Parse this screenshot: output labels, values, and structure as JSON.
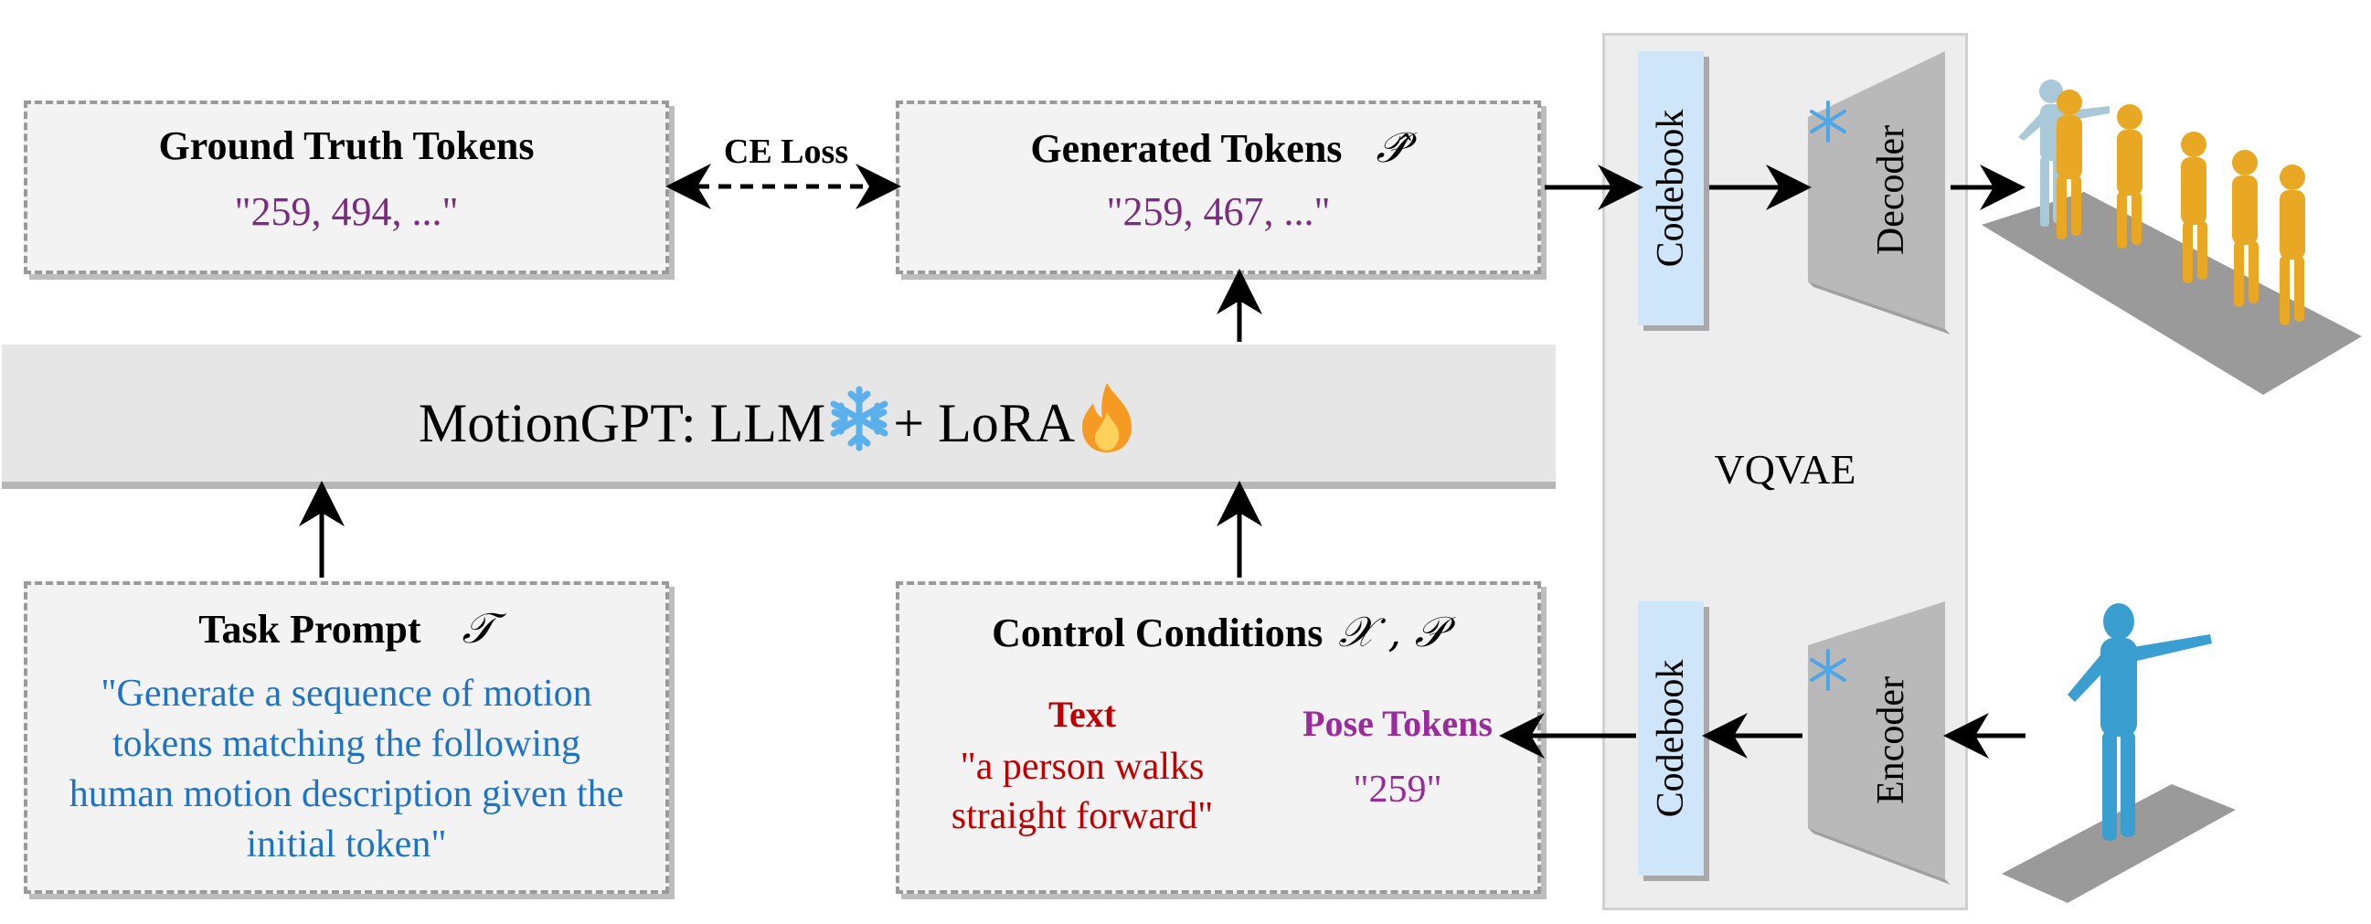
{
  "colors": {
    "box_fill": "#f3f3f3",
    "box_border": "#9a9a9a",
    "codebook_fill": "#cfe5f9",
    "module_fill": "#b5b5b5",
    "token_purple": "#7a2d7f",
    "prompt_blue": "#1f73c4",
    "text_red": "#c00000",
    "pose_magenta": "#9b2a9b",
    "body_gold": "#e8a824",
    "body_blue": "#3a9ed0",
    "body_ghost": "#a9c9d8"
  },
  "icons": [
    "snowflake-icon",
    "flame-icon"
  ],
  "ground_truth": {
    "title": "Ground Truth Tokens",
    "tokens": "\"259, 494, ...\""
  },
  "ce_loss": {
    "label": "CE Loss"
  },
  "generated": {
    "title": "Generated Tokens",
    "symbol": "𝒫̂",
    "tokens": "\"259, 467, ...\""
  },
  "llm": {
    "prefix": "MotionGPT: LLM",
    "middle": "+ LoRA"
  },
  "task_prompt": {
    "title": "Task Prompt",
    "symbol": "𝒯",
    "lines": [
      "\"Generate a sequence of motion",
      "tokens matching the following",
      "human motion description given the",
      "initial token\""
    ]
  },
  "control": {
    "title": "Control Conditions",
    "symbols": "𝒳 , 𝒫",
    "text_label": "Text",
    "text_lines": [
      "\"a person walks",
      "straight forward\""
    ],
    "pose_label": "Pose Tokens",
    "pose_value": "\"259\""
  },
  "vqvae": {
    "label": "VQVAE",
    "codebook_top": "Codebook",
    "decoder": "Decoder",
    "codebook_bottom": "Codebook",
    "encoder": "Encoder"
  }
}
